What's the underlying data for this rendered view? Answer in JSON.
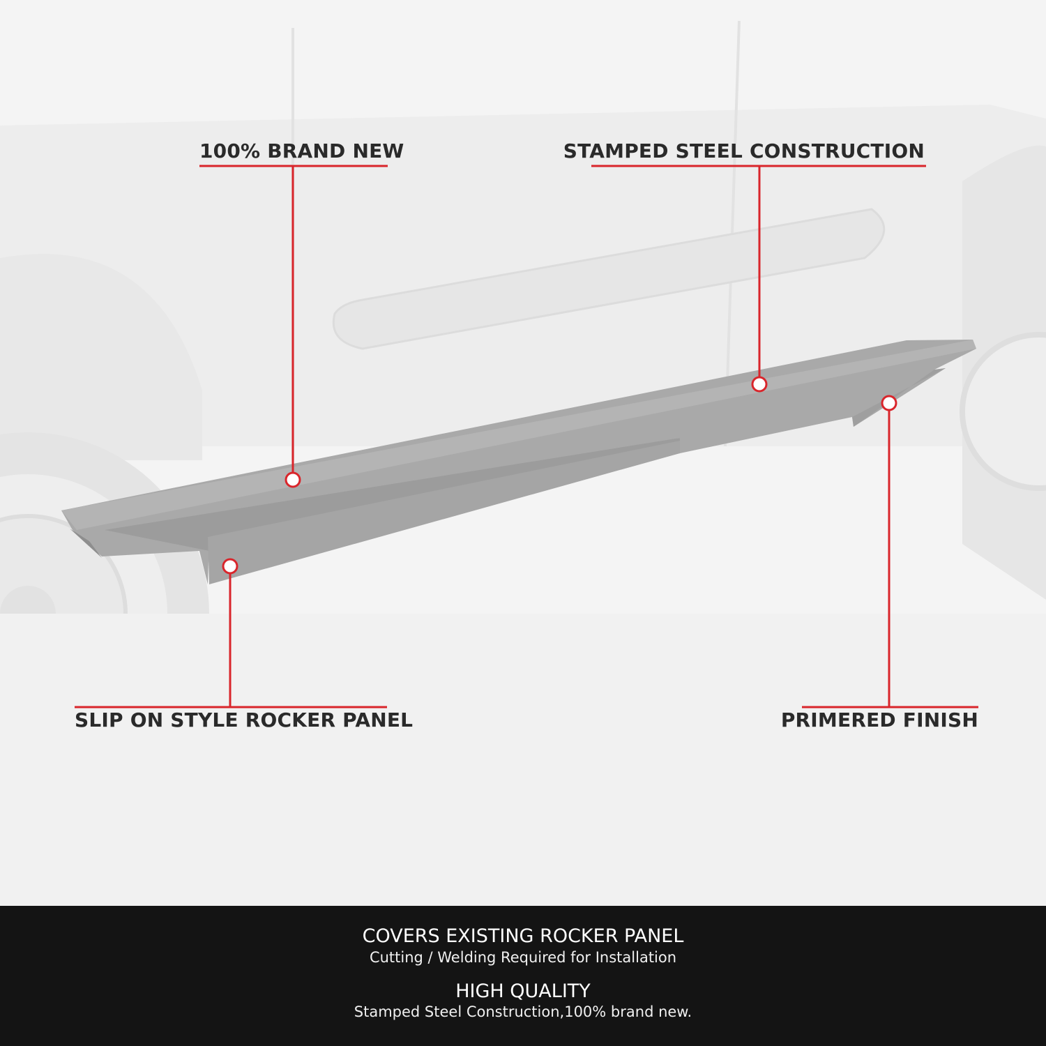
{
  "callouts": {
    "brand_new": "100% BRAND NEW",
    "stamped_steel": "STAMPED STEEL CONSTRUCTION",
    "slip_on": "SLIP ON STYLE ROCKER PANEL",
    "primered": "PRIMERED FINISH"
  },
  "footer": {
    "feature1_title": "COVERS EXISTING ROCKER PANEL",
    "feature1_subtitle": "Cutting / Welding Required for Installation",
    "feature2_title": "HIGH QUALITY",
    "feature2_subtitle": "Stamped Steel  Construction,100% brand new."
  },
  "colors": {
    "accent": "#d9252b",
    "panel": "#a9a9a9",
    "footer_bg": "#141414"
  },
  "icons": {
    "callout_marker": "red-ring-dot-icon"
  }
}
